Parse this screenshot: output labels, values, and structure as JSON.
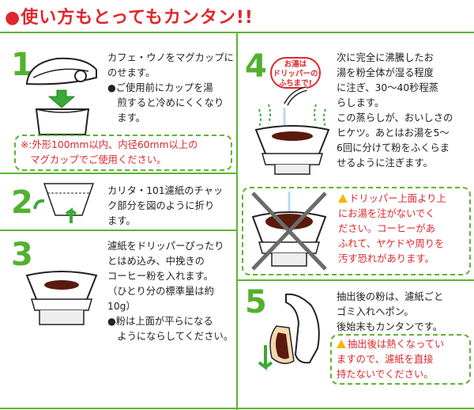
{
  "title": "●使い方もとってもカンタン!!",
  "steps": [
    {
      "number": "1",
      "lines": [
        "カフェ・ウノをマグカップに",
        "のせます。",
        "●ご使用前にカップを湯",
        "　煎すると冷めにくくなり",
        "　ます。"
      ],
      "note": [
        "※:外形100mm以内、内径60mm以上の",
        "　マグカップでご使用ください。"
      ]
    },
    {
      "number": "2",
      "lines": [
        "カリタ・101濾紙のチャッ",
        "ク部分を図のように折り",
        "ます。"
      ]
    },
    {
      "number": "3",
      "lines": [
        "濾紙をドリッパーぴったり",
        "とはめ込み、中挽きの",
        "コーヒー粉を入れます。",
        "（ひとり分の標準量は約",
        "10g）",
        "●粉は上面が平らになる",
        "　ようにならしてください。"
      ]
    },
    {
      "number": "4",
      "bubble": [
        "お湯は",
        "ドリッパーの",
        "ふちまで!"
      ],
      "lines": [
        "次に完全に沸騰したお",
        "湯を粉全体が湿る程度",
        "に注ぎ、30～40秒程蒸",
        "らします。",
        "この蒸らしが、おいしさの",
        "ヒケツ。あとはお湯を5～",
        "6回に分けて粉をふくらま",
        "せるように注ぎます。"
      ],
      "warning": [
        "ドリッパー上面より上",
        "にお湯を注がないでく",
        "ださい。コーヒーがあ",
        "ふれて、ヤケドや周りを",
        "汚す恐れがあります。"
      ]
    },
    {
      "number": "5",
      "lines": [
        "抽出後の粉は、濾紙ごと",
        "ゴミ入れへポン。",
        "後始末もカンタンです。"
      ],
      "warning": [
        "抽出後は熱くなってい",
        "ますので、濾紙を直接",
        "持たないでください。"
      ]
    }
  ],
  "colors": {
    "green": "#5bb531",
    "red": "#e0262b",
    "warning": "#f2b700",
    "coffee": "#5a1a0e"
  }
}
